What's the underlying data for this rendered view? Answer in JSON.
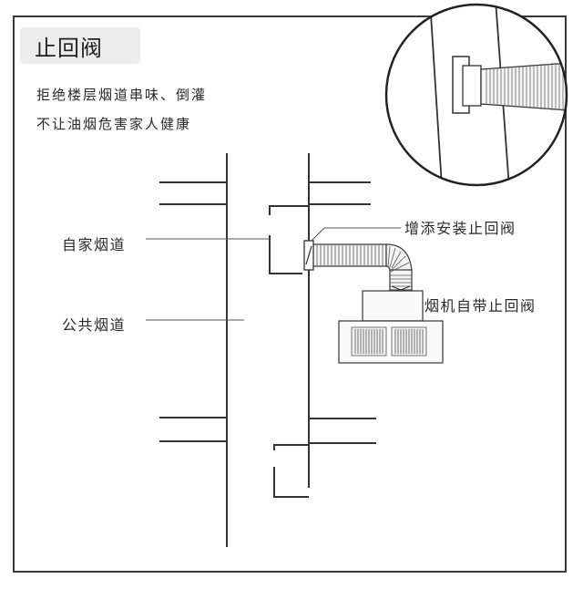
{
  "title": "止回阀",
  "description": {
    "line1": "拒绝楼层烟道串味、倒灌",
    "line2": "不让油烟危害家人健康"
  },
  "labels": {
    "own_flue": "自家烟道",
    "public_flue": "公共烟道",
    "added_check_valve": "增添安装止回阀",
    "hood_check_valve": "烟机自带止回阀"
  }
}
